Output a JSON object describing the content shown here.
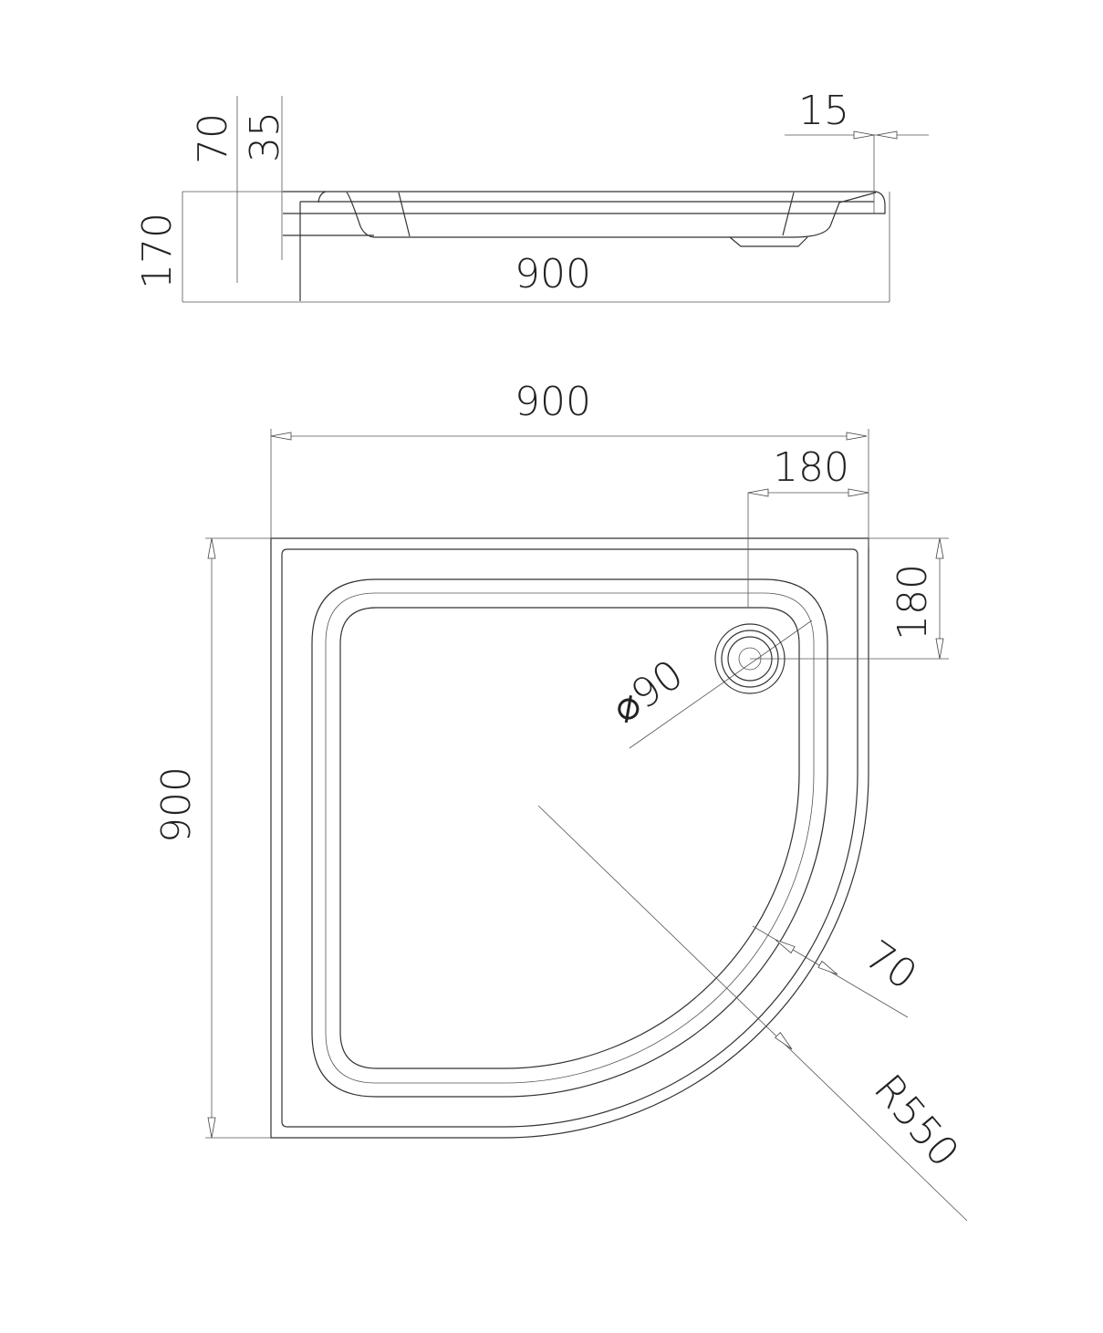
{
  "side_view": {
    "dim_height": "170",
    "dim_rim": "70",
    "dim_top": "35",
    "dim_edge": "15",
    "dim_length": "900"
  },
  "top_view": {
    "dim_width": "900",
    "dim_height": "900",
    "dim_drain_x": "180",
    "dim_drain_y": "180",
    "dim_drain_diameter": "⌀90",
    "dim_rim_width": "70",
    "dim_radius": "R550"
  }
}
